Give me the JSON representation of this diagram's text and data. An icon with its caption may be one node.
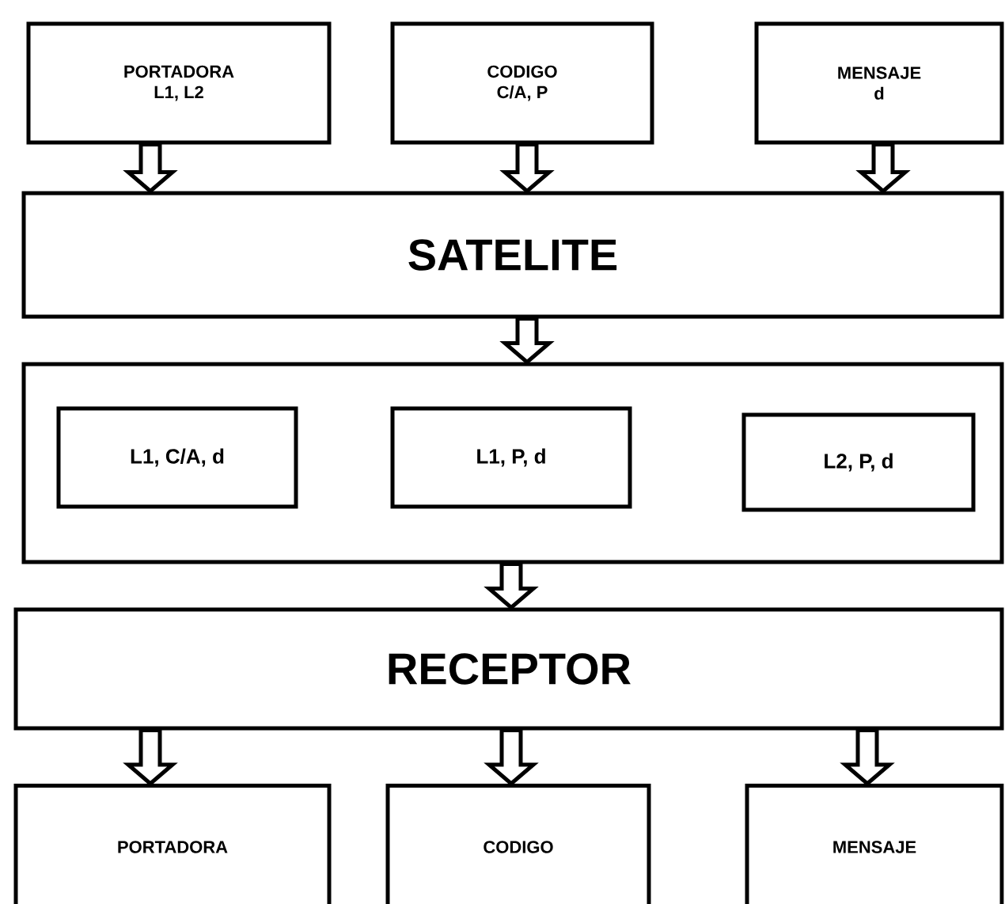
{
  "diagram": {
    "nodes": [
      {
        "text": [
          "PORTADORA",
          "L1, L2"
        ]
      },
      {
        "text": [
          "CODIGO",
          "C/A, P"
        ]
      },
      {
        "text": [
          "MENSAJE",
          "d"
        ]
      },
      {
        "text": [
          "SATELITE"
        ]
      },
      {
        "text": [],
        "shape": "box"
      },
      {
        "text": [
          "L1, C/A, d"
        ],
        "in": 4
      },
      {
        "text": [
          "L1, P, d"
        ],
        "in": 4
      },
      {
        "text": [
          "L2, P, d"
        ],
        "in": 4
      },
      {
        "text": [
          "RECEPTOR"
        ]
      },
      {
        "text": [
          "PORTADORA"
        ]
      },
      {
        "text": [
          "CODIGO"
        ]
      },
      {
        "text": [
          "MENSAJE"
        ]
      }
    ],
    "edges": [
      {
        "from": 0,
        "to": 3,
        "arrow": "to"
      },
      {
        "from": 1,
        "to": 3,
        "arrow": "to"
      },
      {
        "from": 2,
        "to": 3,
        "arrow": "to"
      },
      {
        "from": 3,
        "to": 4,
        "arrow": "to"
      },
      {
        "from": 4,
        "to": 8,
        "arrow": "to"
      },
      {
        "from": 8,
        "to": 9,
        "arrow": "to"
      },
      {
        "from": 8,
        "to": 10,
        "arrow": "to"
      },
      {
        "from": 8,
        "to": 11,
        "arrow": "to"
      }
    ]
  }
}
